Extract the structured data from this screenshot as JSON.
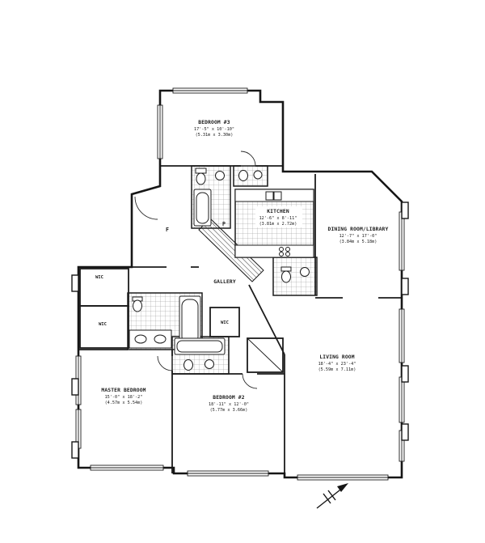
{
  "plan": {
    "rooms": [
      {
        "id": "bedroom-3",
        "name": "BEDROOM #3",
        "dims": "17'-5\" x 10'-10\"",
        "metric": "(5.31m x 3.30m)"
      },
      {
        "id": "dining-room-library",
        "name": "DINING ROOM/LIBRARY",
        "dims": "12'-7\" x 17'-0\"",
        "metric": "(3.84m x 5.18m)"
      },
      {
        "id": "kitchen",
        "name": "KITCHEN",
        "dims": "12'-6\" x 8'-11\"",
        "metric": "(3.81m x 2.72m)"
      },
      {
        "id": "gallery",
        "name": "GALLERY"
      },
      {
        "id": "living-room",
        "name": "LIVING ROOM",
        "dims": "18'-4\" x 23'-4\"",
        "metric": "(5.59m x 7.11m)"
      },
      {
        "id": "master-bedroom",
        "name": "MASTER BEDROOM",
        "dims": "15'-0\" x 18'-2\"",
        "metric": "(4.57m x 5.54m)"
      },
      {
        "id": "bedroom-2",
        "name": "BEDROOM #2",
        "dims": "18'-11\" x 12'-0\"",
        "metric": "(5.77m x 3.66m)"
      }
    ],
    "closets": [
      {
        "label": "WIC"
      },
      {
        "label": "WIC"
      },
      {
        "label": "WIC"
      }
    ],
    "markers": {
      "foyer": "F",
      "pantry": "P"
    }
  }
}
